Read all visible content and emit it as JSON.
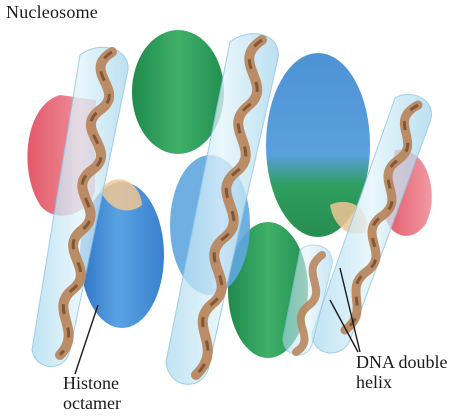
{
  "title": "Nucleosome",
  "labels": {
    "histone": {
      "line1": "Histone",
      "line2": "octamer"
    },
    "dna": {
      "line1": "DNA double",
      "line2": "helix"
    }
  },
  "colors": {
    "histone_red": "#e8717e",
    "histone_green": "#2e9e5e",
    "histone_blue": "#4d93d4",
    "histone_orange": "#f0c694",
    "dna_sheath": "#bfe4f3",
    "dna_strand": "#b8875f",
    "dna_strand_dark": "#7a5233",
    "leader_line": "#1a1a1a"
  }
}
